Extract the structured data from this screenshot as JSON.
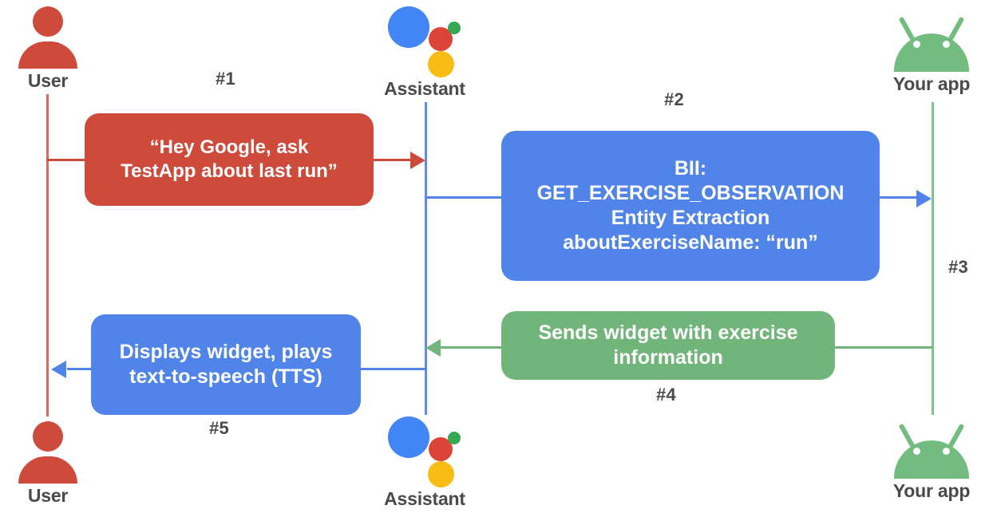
{
  "diagram": {
    "title": "Google Assistant App Actions sequence diagram",
    "colors": {
      "red": "#CE4B3C",
      "blue": "#5084E8",
      "green": "#72B57A",
      "assistant_blue": "#4285F4",
      "assistant_red": "#DB4437",
      "assistant_green": "#34A853",
      "assistant_yellow": "#F9BB15",
      "android_green": "#72BC80",
      "label_gray": "#4a4a4a"
    },
    "actors": {
      "user_top": {
        "label": "User",
        "icon": "user-icon"
      },
      "assistant_top": {
        "label": "Assistant",
        "icon": "google-assistant-icon"
      },
      "app_top": {
        "label": "Your app",
        "icon": "android-robot-icon"
      },
      "user_bottom": {
        "label": "User",
        "icon": "user-icon"
      },
      "assistant_bottom": {
        "label": "Assistant",
        "icon": "google-assistant-icon"
      },
      "app_bottom": {
        "label": "Your app",
        "icon": "android-robot-icon"
      }
    },
    "steps": {
      "s1": "#1",
      "s2": "#2",
      "s3": "#3",
      "s4": "#4",
      "s5": "#5"
    },
    "messages": {
      "m1": {
        "step": "#1",
        "color": "red",
        "from": "User",
        "to": "Assistant",
        "lines": [
          "“Hey Google, ask",
          "TestApp about last run”"
        ]
      },
      "m2": {
        "step": "#2",
        "color": "blue",
        "from": "Assistant",
        "to": "Your app",
        "lines": [
          "BII:",
          "GET_EXERCISE_OBSERVATION",
          "Entity Extraction",
          "aboutExerciseName: “run”"
        ]
      },
      "m4": {
        "step": "#4",
        "color": "green",
        "from": "Your app",
        "to": "Assistant",
        "lines": [
          "Sends widget with exercise",
          "information"
        ]
      },
      "m5": {
        "step": "#5",
        "color": "blue",
        "from": "Assistant",
        "to": "User",
        "lines": [
          "Displays widget, plays",
          "text-to-speech (TTS)"
        ]
      }
    }
  }
}
